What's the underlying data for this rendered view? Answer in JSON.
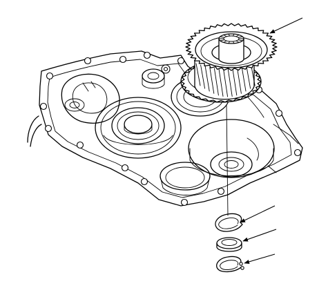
{
  "figure": {
    "callouts": [
      {
        "id": "main-gear"
      },
      {
        "id": "snap-ring-upper"
      },
      {
        "id": "collar"
      },
      {
        "id": "snap-ring-lower"
      }
    ]
  }
}
